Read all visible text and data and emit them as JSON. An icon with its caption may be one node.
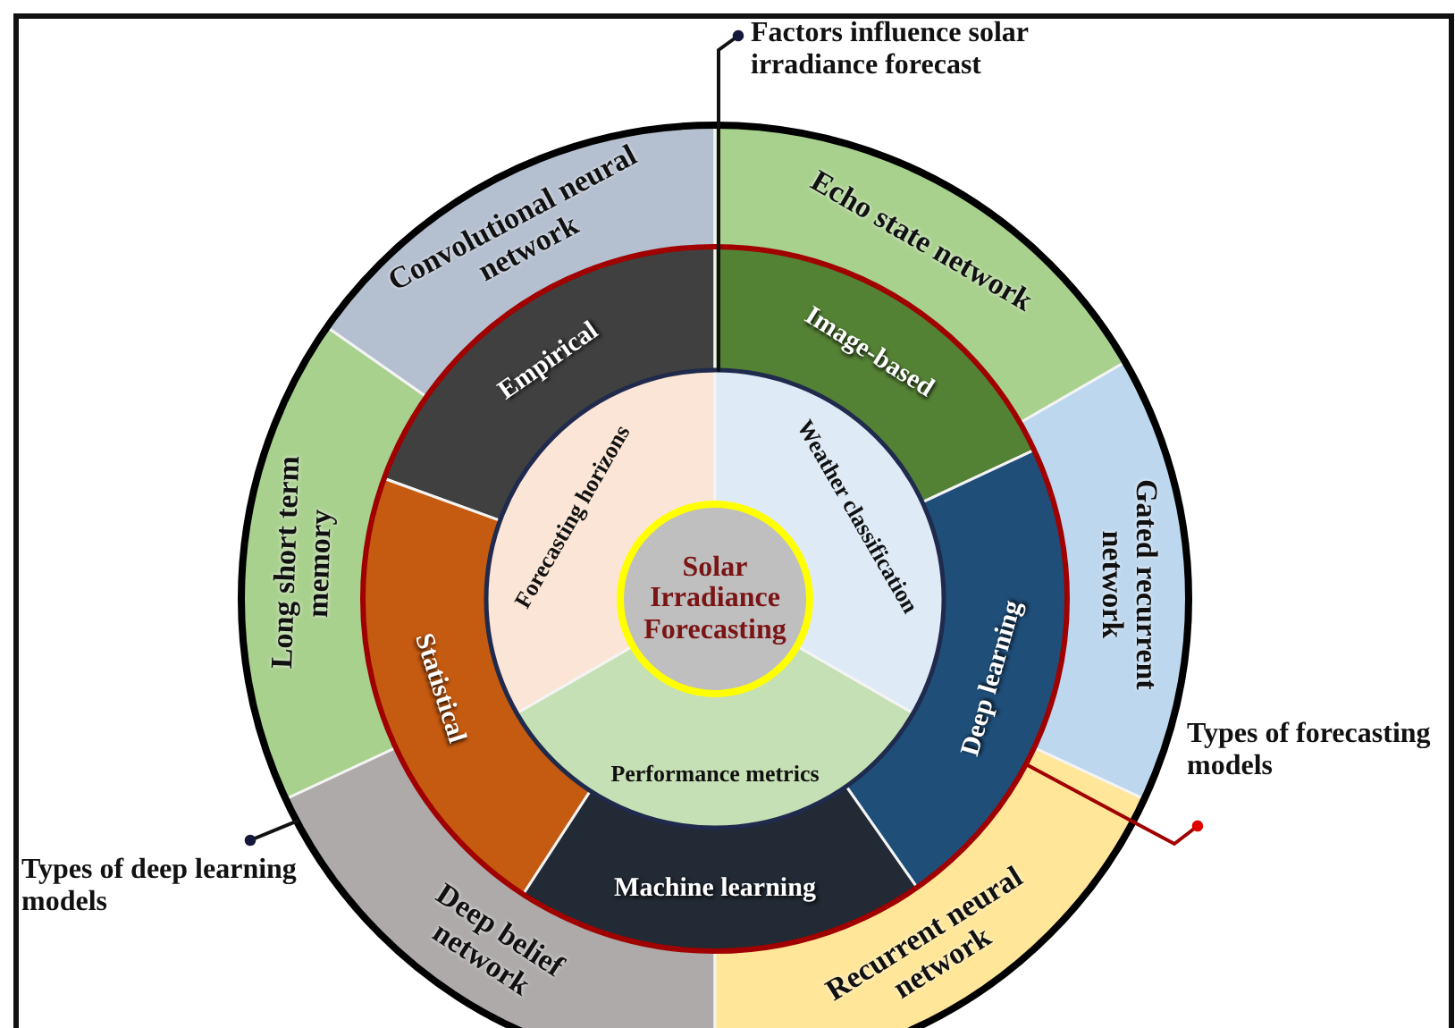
{
  "diagram": {
    "nodes": [
      {
        "text": [
          "Factors influence solar irradiance forecast"
        ]
      },
      {
        "text": [
          "Convolutional neural network"
        ]
      },
      {
        "text": [
          "Echo state network"
        ]
      },
      {
        "text": [
          "Empirical"
        ]
      },
      {
        "text": [
          "Image-based"
        ]
      },
      {
        "text": [
          "Forecasting horizons"
        ]
      },
      {
        "text": [
          "Weather classification"
        ]
      },
      {
        "text": [
          "Solar Irradiance Forecasting"
        ]
      },
      {
        "text": [
          "Long short term memory"
        ]
      },
      {
        "text": [
          "Statistical"
        ]
      },
      {
        "text": [
          "Gated recurrent network"
        ]
      },
      {
        "text": [
          "Deep learning"
        ]
      },
      {
        "text": [
          "Performance metrics"
        ]
      },
      {
        "text": [
          "Types of forecasting models"
        ]
      },
      {
        "text": [
          "Machine learning"
        ]
      },
      {
        "text": [
          "Types of deep learning models"
        ]
      },
      {
        "text": [
          "Deep belief network"
        ]
      },
      {
        "text": [
          "Recurrent neural network"
        ]
      }
    ],
    "edges": [
      {
        "from": 0,
        "to": 6,
        "arrow": "other"
      },
      {
        "from": 13,
        "to": 11,
        "arrow": "other",
        "color": "#a00000"
      },
      {
        "from": 15,
        "to": 16,
        "arrow": "other"
      }
    ]
  }
}
